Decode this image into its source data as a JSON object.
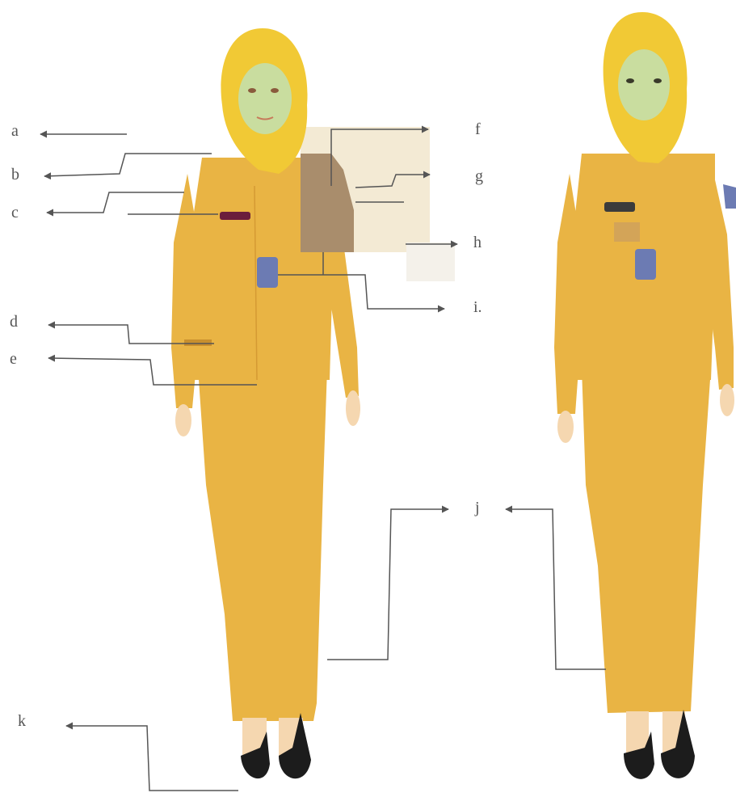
{
  "labels": {
    "a": "a",
    "b": "b",
    "c": "c",
    "d": "d",
    "e": "e",
    "f": "f",
    "g": "g",
    "h": "h",
    "i": "i.",
    "j": "j",
    "k": "k"
  },
  "colors": {
    "uniform": "#e9b444",
    "uniform_shadow": "#d9a33a",
    "hijab": "#f1c935",
    "face": "#c9dd9f",
    "skin": "#f5d7b0",
    "badge": "#6c7bb3",
    "shoe": "#1c1c1c",
    "leader": "#555555",
    "highlight_box": "#f3ead4",
    "highlight_shape": "#a98d6c"
  },
  "icons": [
    "arrow-left-icon",
    "arrow-right-icon",
    "arrow-dot-icon"
  ]
}
